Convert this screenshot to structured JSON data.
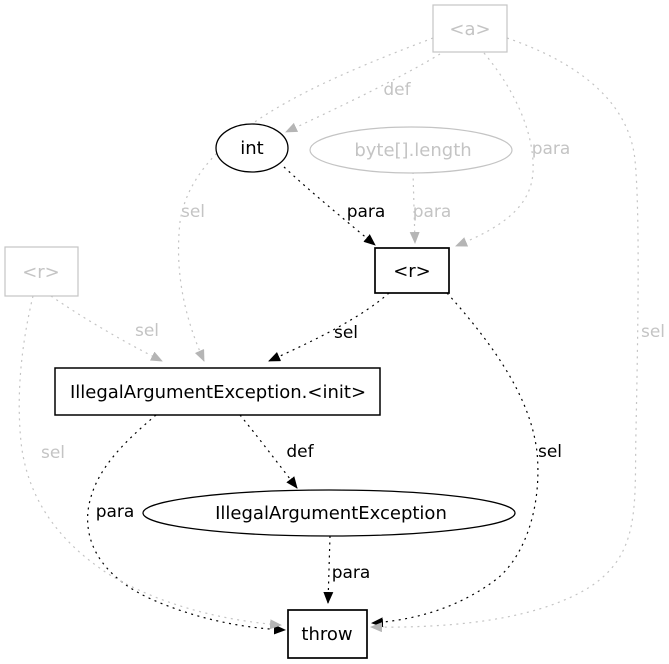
{
  "graph": {
    "title": "dependence-graph",
    "colors": {
      "muted": "#c4c4c4",
      "muted_arrow": "#b5b5b5",
      "active": "#000000",
      "background": "#ffffff"
    },
    "nodes": {
      "a": {
        "label": "<a>",
        "shape": "box",
        "muted": true
      },
      "int": {
        "label": "int",
        "shape": "ellipse",
        "muted": false
      },
      "byte_length": {
        "label": "byte[].length",
        "shape": "ellipse",
        "muted": true
      },
      "r_active": {
        "label": "<r>",
        "shape": "box",
        "muted": false
      },
      "r_muted": {
        "label": "<r>",
        "shape": "box",
        "muted": true
      },
      "init": {
        "label": "IllegalArgumentException.<init>",
        "shape": "box",
        "muted": false
      },
      "exception": {
        "label": "IllegalArgumentException",
        "shape": "ellipse",
        "muted": false
      },
      "throw": {
        "label": "throw",
        "shape": "box",
        "muted": false
      }
    },
    "edges": [
      {
        "from": "a",
        "to": "int",
        "label": "def",
        "muted": true
      },
      {
        "from": "a",
        "to": "init",
        "label": "sel",
        "muted": true
      },
      {
        "from": "a",
        "to": "r_active",
        "label": "para",
        "muted": true
      },
      {
        "from": "a",
        "to": "throw",
        "label": "sel",
        "muted": true
      },
      {
        "from": "byte_length",
        "to": "r_active",
        "label": "para",
        "muted": true
      },
      {
        "from": "int",
        "to": "r_active",
        "label": "para",
        "muted": false
      },
      {
        "from": "r_active",
        "to": "init",
        "label": "sel",
        "muted": false
      },
      {
        "from": "r_active",
        "to": "throw",
        "label": "sel",
        "muted": false
      },
      {
        "from": "r_muted",
        "to": "init",
        "label": "sel",
        "muted": true
      },
      {
        "from": "r_muted",
        "to": "throw",
        "label": "sel",
        "muted": true
      },
      {
        "from": "init",
        "to": "exception",
        "label": "def",
        "muted": false
      },
      {
        "from": "init",
        "to": "throw",
        "label": "para",
        "muted": false
      },
      {
        "from": "exception",
        "to": "throw",
        "label": "para",
        "muted": false
      }
    ]
  }
}
